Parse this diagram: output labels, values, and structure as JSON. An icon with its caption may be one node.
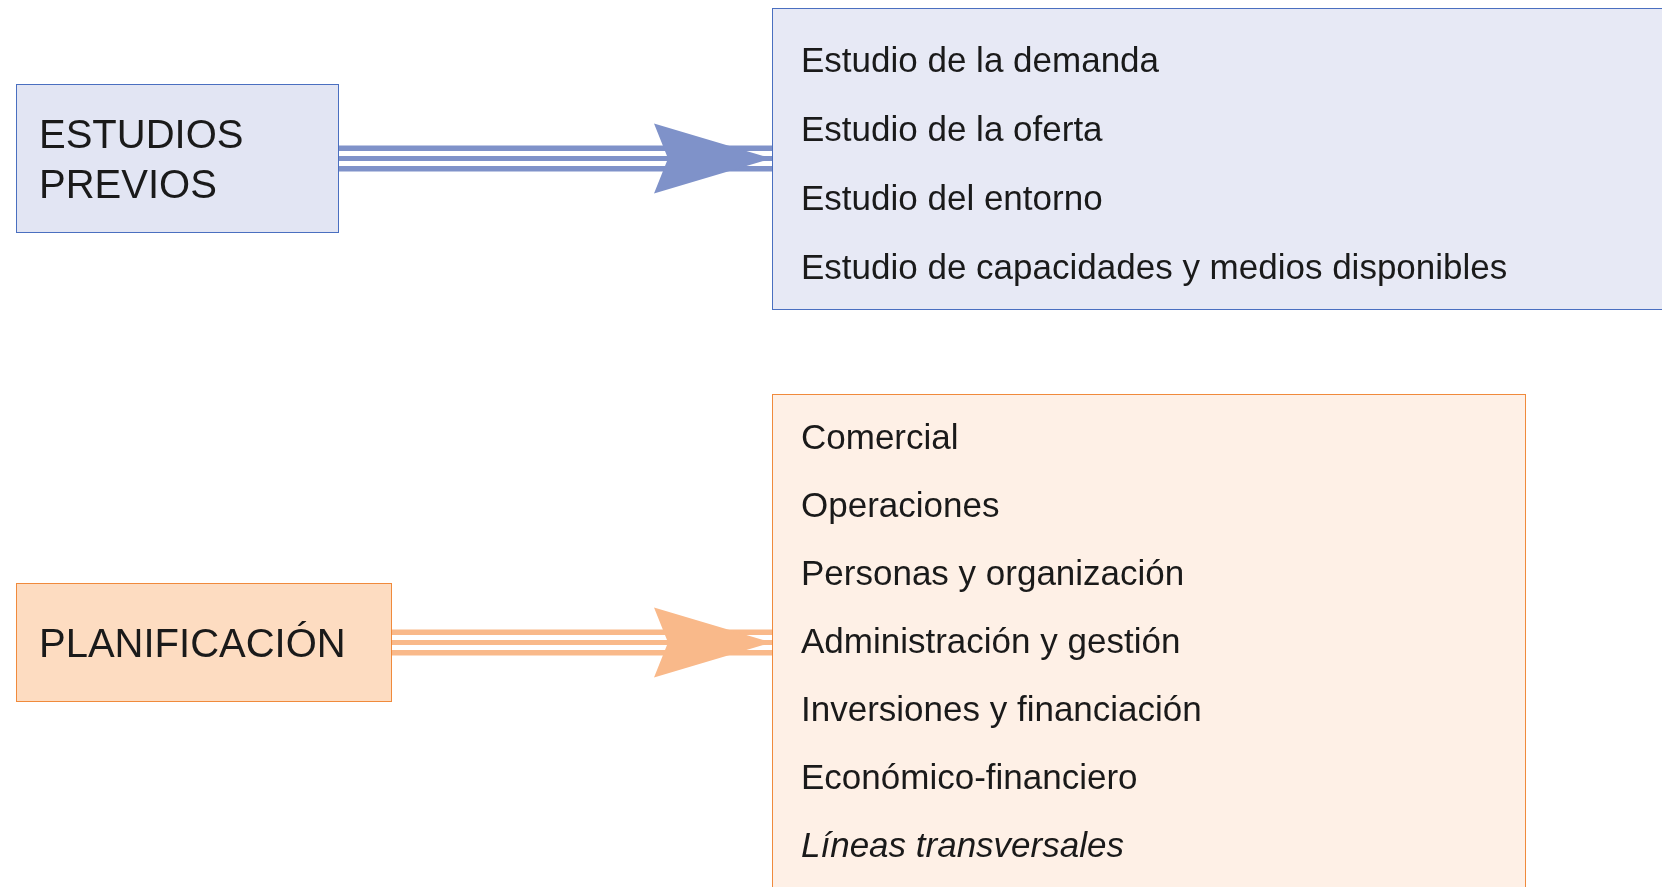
{
  "diagram": {
    "nodes": [
      {
        "text": [
          "ESTUDIOS PREVIOS"
        ]
      },
      {
        "text": [
          "Estudio de la demanda",
          "Estudio de la oferta",
          "Estudio del entorno",
          "Estudio de capacidades y medios disponibles"
        ]
      },
      {
        "text": [
          "PLANIFICACIÓN"
        ]
      },
      {
        "text": [
          "Comercial",
          "Operaciones",
          "Personas y organización",
          "Administración y gestión",
          "Inversiones y financiación",
          "Económico-financiero",
          "*Líneas transversales*"
        ]
      }
    ],
    "edges": [
      {
        "from": 0,
        "to": 1,
        "arrow": "to",
        "style": "thick",
        "color": "#7f92c9"
      },
      {
        "from": 2,
        "to": 3,
        "arrow": "to",
        "style": "thick",
        "color": "#f9b98a"
      }
    ]
  }
}
